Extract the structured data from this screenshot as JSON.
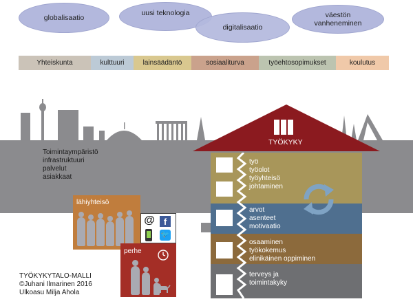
{
  "trends": [
    "globalisaatio",
    "uusi teknologia",
    "digitalisaatio",
    "väestön vanheneminen"
  ],
  "factors": [
    "Yhteiskunta",
    "kulttuuri",
    "lainsäädäntö",
    "sosiaaliturva",
    "työehtosopimukset",
    "koulutus"
  ],
  "environment": {
    "line1": "Toimintaympäristö",
    "line2": "infrastruktuuri",
    "line3": "palvelut",
    "line4": "asiakkaat"
  },
  "house": {
    "roof_label": "TYÖKYKY",
    "floor4": [
      "työ",
      "työolot",
      "työyhteisö",
      "johtaminen"
    ],
    "floor3": [
      "arvot",
      "asenteet",
      "motivaatio"
    ],
    "floor2": [
      "osaaminen",
      "työkokemus",
      "elinikäinen oppiminen"
    ],
    "floor1": [
      "terveys ja",
      "toimintakyky"
    ]
  },
  "community_label": "lähiyhteisö",
  "family_label": "perhe",
  "social_icons": [
    "at-sign-icon",
    "facebook-icon",
    "phone-icon",
    "twitter-icon"
  ],
  "credits": {
    "title": "TYÖKYKYTALO-MALLI",
    "author": "©Juhani Ilmarinen 2016",
    "layout": "Ulkoasu Milja Ahola"
  },
  "colors": {
    "ellipse": "#b3b8dd",
    "skyline": "#8b8b8e",
    "roof": "#8b1a1f",
    "floor4": "#a8965a",
    "floor3": "#4f6f8f",
    "floor2": "#8c6a3c",
    "floor1": "#6e6f72",
    "community": "#c07d3d",
    "family": "#a42e26"
  }
}
